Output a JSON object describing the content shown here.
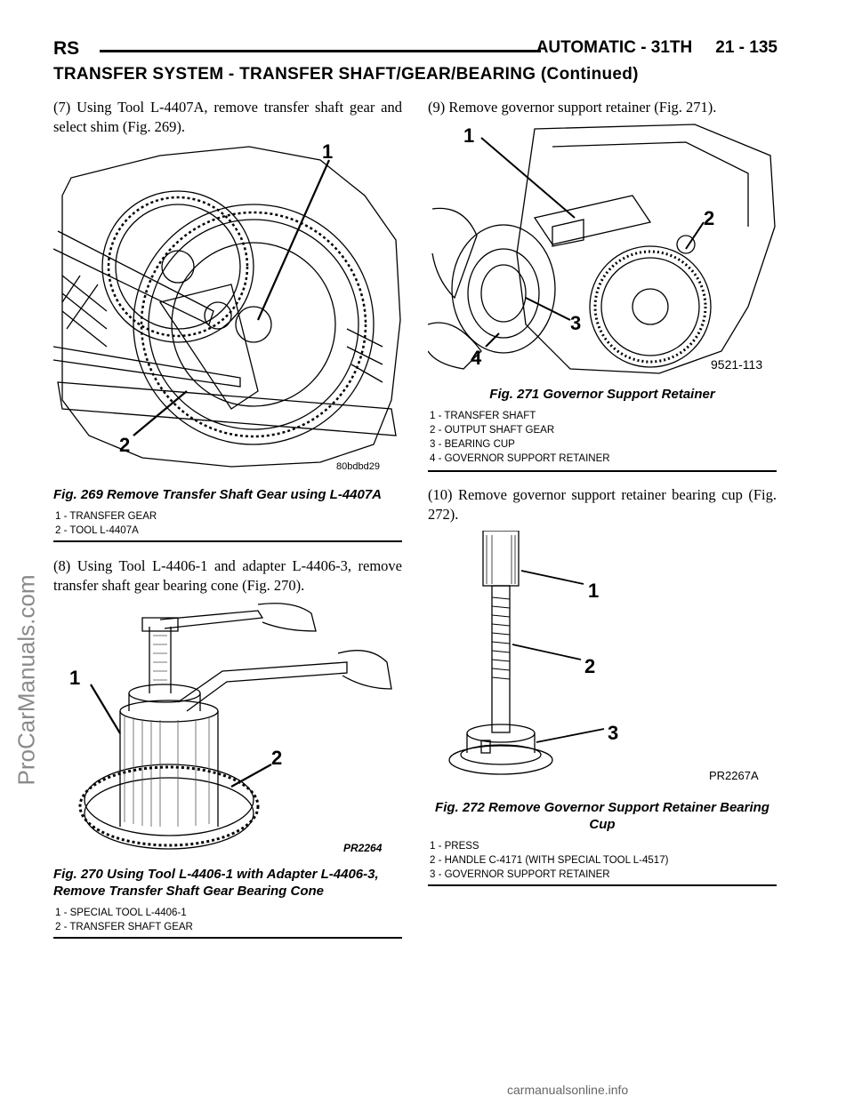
{
  "header": {
    "left": "RS",
    "right_title": "AUTOMATIC - 31TH",
    "page_number": "21 - 135"
  },
  "section_title": "TRANSFER SYSTEM - TRANSFER SHAFT/GEAR/BEARING (Continued)",
  "step7": {
    "text": "(7) Using Tool L-4407A, remove transfer shaft gear and select shim (Fig. 269)."
  },
  "fig269": {
    "image_code": "80bdbd29",
    "callouts": [
      "1",
      "2"
    ],
    "caption": "Fig. 269 Remove Transfer Shaft Gear using L-4407A",
    "legend": [
      "1 - TRANSFER GEAR",
      "2 - TOOL L-4407A"
    ]
  },
  "step8": {
    "text": "(8) Using Tool L-4406-1 and adapter L-4406-3, remove transfer shaft gear bearing cone (Fig. 270)."
  },
  "fig270": {
    "image_code": "PR2264",
    "callouts": [
      "1",
      "2"
    ],
    "caption": "Fig. 270 Using Tool L-4406-1 with Adapter L-4406-3, Remove Transfer Shaft Gear Bearing Cone",
    "legend": [
      "1 - SPECIAL TOOL L-4406-1",
      "2 - TRANSFER SHAFT GEAR"
    ]
  },
  "step9": {
    "text": "(9) Remove governor support retainer (Fig. 271)."
  },
  "fig271": {
    "image_code": "9521-113",
    "callouts": [
      "1",
      "2",
      "3",
      "4"
    ],
    "caption": "Fig. 271 Governor Support Retainer",
    "legend": [
      "1 - TRANSFER SHAFT",
      "2 - OUTPUT SHAFT GEAR",
      "3 - BEARING CUP",
      "4 - GOVERNOR SUPPORT RETAINER"
    ]
  },
  "step10": {
    "text": "(10) Remove governor support retainer bearing cup (Fig. 272)."
  },
  "fig272": {
    "image_code": "PR2267A",
    "callouts": [
      "1",
      "2",
      "3"
    ],
    "caption": "Fig. 272 Remove Governor Support Retainer Bearing Cup",
    "legend": [
      "1 - PRESS",
      "2 - HANDLE C-4171 (WITH SPECIAL TOOL L-4517)",
      "3 - GOVERNOR SUPPORT RETAINER"
    ]
  },
  "watermark": "ProCarManuals.com",
  "footer": "carmanualsonline.info"
}
